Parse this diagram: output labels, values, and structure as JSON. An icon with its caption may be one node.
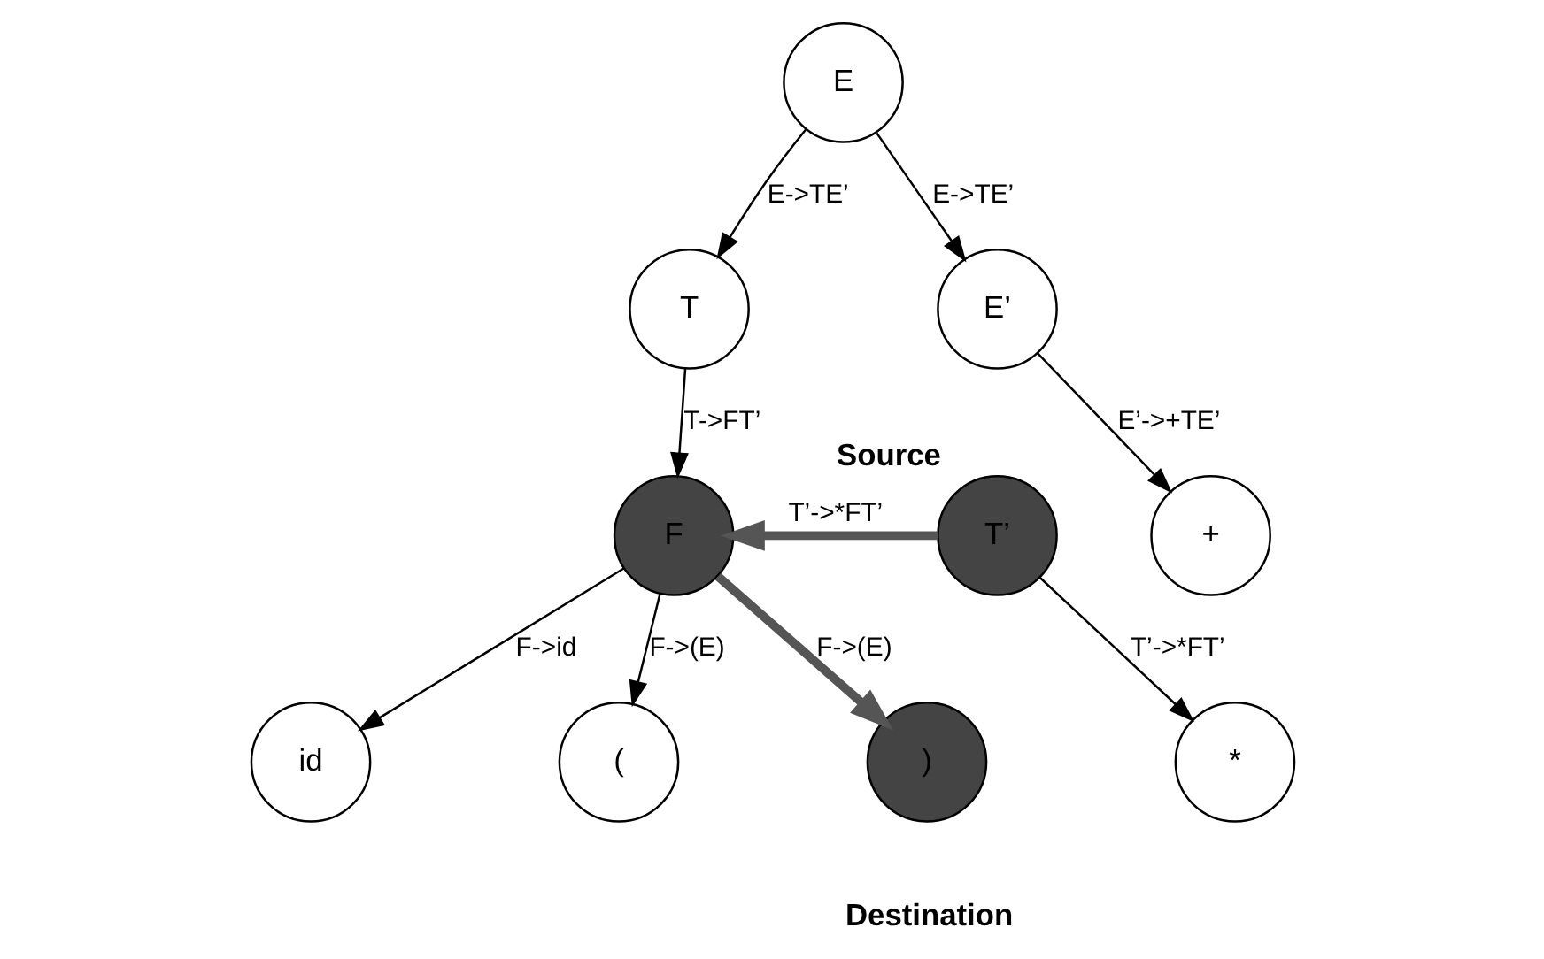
{
  "diagram": {
    "nodes": [
      {
        "text": [
          "E"
        ]
      },
      {
        "text": [
          "T"
        ]
      },
      {
        "text": [
          "E’"
        ]
      },
      {
        "text": [
          "F"
        ]
      },
      {
        "text": [
          "T’"
        ],
        "beside": [
          "Source"
        ]
      },
      {
        "text": [
          "+"
        ]
      },
      {
        "text": [
          "id"
        ]
      },
      {
        "text": [
          "("
        ]
      },
      {
        "text": [
          ")"
        ],
        "beside": [
          "Destination"
        ]
      },
      {
        "text": [
          "*"
        ]
      }
    ],
    "edges": [
      {
        "from": 0,
        "to": 1,
        "arrow": "to",
        "label": "E->TE’"
      },
      {
        "from": 0,
        "to": 2,
        "arrow": "to",
        "label": "E->TE’"
      },
      {
        "from": 1,
        "to": 3,
        "arrow": "to",
        "label": "T->FT’"
      },
      {
        "from": 2,
        "to": 5,
        "arrow": "to",
        "label": "E’->+TE’"
      },
      {
        "from": 4,
        "to": 3,
        "arrow": "to",
        "label": "T’->*FT’",
        "style": "thick",
        "color": "#555555"
      },
      {
        "from": 3,
        "to": 6,
        "arrow": "to",
        "label": "F->id"
      },
      {
        "from": 3,
        "to": 7,
        "arrow": "to",
        "label": "F->(E)"
      },
      {
        "from": 3,
        "to": 8,
        "arrow": "to",
        "label": "F->(E)",
        "style": "thick",
        "color": "#555555"
      },
      {
        "from": 4,
        "to": 9,
        "arrow": "to",
        "label": "T’->*FT’"
      }
    ]
  }
}
